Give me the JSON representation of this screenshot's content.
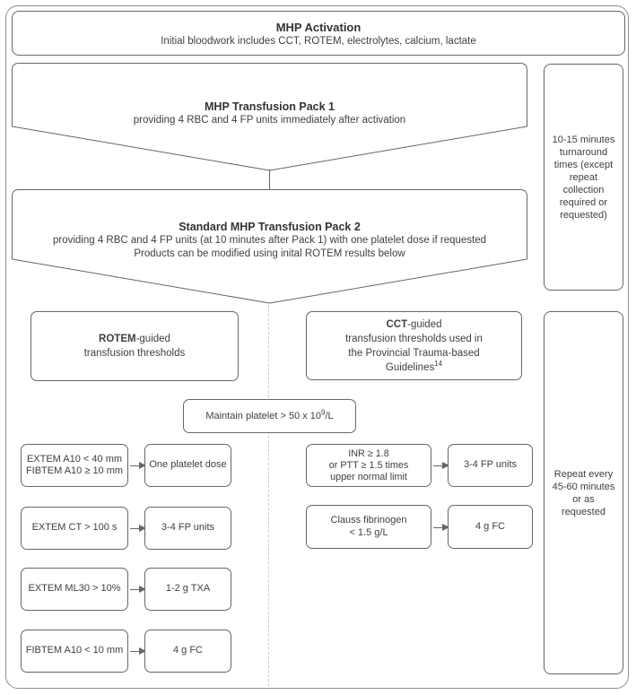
{
  "activation": {
    "title": "MHP Activation",
    "subtitle": "Initial bloodwork includes CCT, ROTEM, electrolytes, calcium, lactate"
  },
  "pack1": {
    "title": "MHP Transfusion Pack 1",
    "line1": "providing 4 RBC and 4 FP units immediately after activation"
  },
  "pack2": {
    "title": "Standard MHP Transfusion Pack 2",
    "line1": "providing 4 RBC and 4 FP units (at 10 minutes after Pack 1) with one platelet dose if requested",
    "line2": "Products can be modified using inital ROTEM results below"
  },
  "sidebar": {
    "turnaround": "10-15 minutes turnaround times (except repeat collection required or requested)",
    "repeat": "Repeat every 45-60 minutes or as requested"
  },
  "rotem_header": {
    "line1_bold": "ROTEM",
    "line1_rest": "-guided",
    "line2": "transfusion thresholds"
  },
  "cct_header": {
    "line1_bold": "CCT",
    "line1_rest": "-guided",
    "line2": "transfusion thresholds used in",
    "line3": "the Provincial Trauma-based",
    "line4_text": "Guidelines",
    "line4_sup": "14"
  },
  "platelet_note": {
    "before_sup": "Maintain platelet > 50 x 10",
    "sup": "9",
    "after_sup": "/L"
  },
  "rotem_rules": [
    {
      "lines": [
        "EXTEM A10 < 40 mm",
        "FIBTEM A10 ≥ 10 mm"
      ],
      "action": "One platelet dose"
    },
    {
      "lines": [
        "EXTEM CT > 100 s"
      ],
      "action": "3-4 FP units"
    },
    {
      "lines": [
        "EXTEM ML30 > 10%"
      ],
      "action": "1-2 g TXA"
    },
    {
      "lines": [
        "FIBTEM A10 < 10 mm"
      ],
      "action": "4 g FC"
    }
  ],
  "cct_rules": [
    {
      "lines": [
        "INR ≥ 1.8",
        "or PTT ≥ 1.5 times",
        "upper normal limit"
      ],
      "action": "3-4 FP units"
    },
    {
      "lines": [
        "Clauss fibrinogen",
        "< 1.5 g/L"
      ],
      "action": "4 g FC"
    }
  ],
  "colors": {
    "box_border": "#666666",
    "outer_border": "#8f8f8f",
    "text": "#3f3f3f",
    "divider_dashed": "#cccccc",
    "background": "#ffffff"
  }
}
